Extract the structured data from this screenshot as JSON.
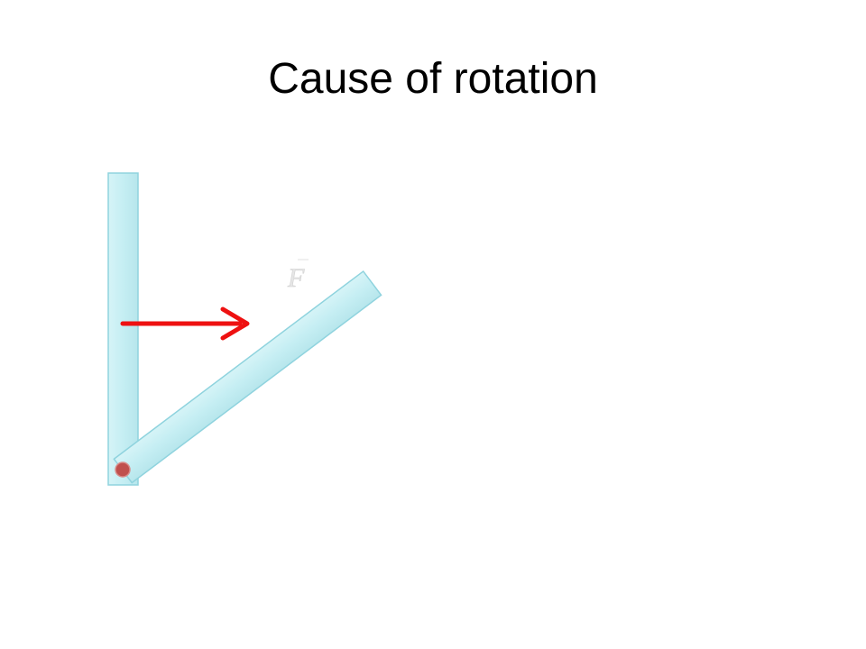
{
  "slide": {
    "title": "Cause of rotation",
    "force_label": "F"
  },
  "colors": {
    "rod_fill": "#c5eef3",
    "rod_stroke": "#8fd3de",
    "force_arrow": "#ee1111",
    "pivot": "#c0504d",
    "force_label": "#e6e6e6"
  },
  "icons": {
    "pivot": "pivot-point-icon",
    "force": "force-arrow-icon"
  },
  "rotation": {
    "swept_angle_deg": 53
  }
}
